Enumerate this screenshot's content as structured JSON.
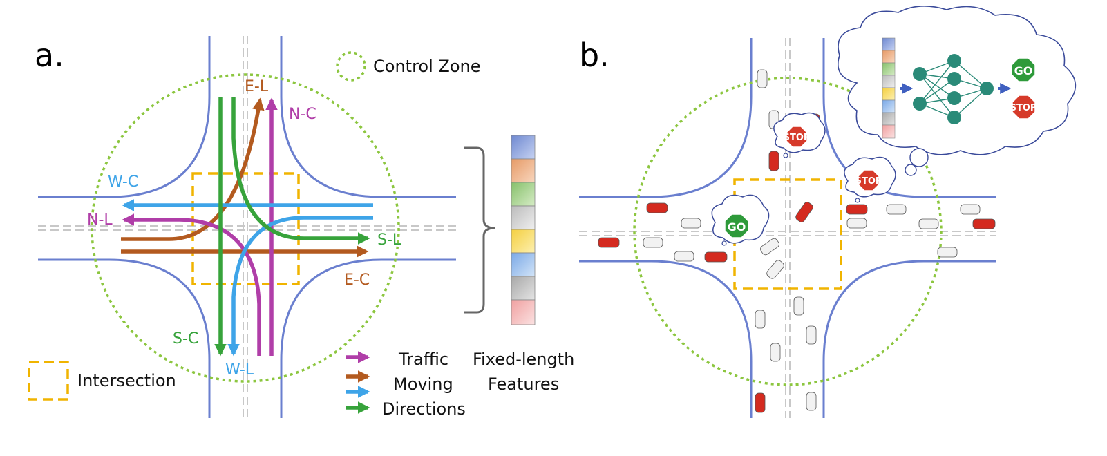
{
  "panels": {
    "a": {
      "label": "a.",
      "control_zone_label": "Control Zone",
      "intersection_label": "Intersection",
      "directions": [
        {
          "label": "E-L",
          "color": "#b35a1f"
        },
        {
          "label": "N-C",
          "color": "#b03ea8"
        },
        {
          "label": "W-C",
          "color": "#3ea4e8"
        },
        {
          "label": "N-L",
          "color": "#b03ea8"
        },
        {
          "label": "S-L",
          "color": "#37a33b"
        },
        {
          "label": "E-C",
          "color": "#b35a1f"
        },
        {
          "label": "S-C",
          "color": "#37a33b"
        },
        {
          "label": "W-L",
          "color": "#3ea4e8"
        }
      ],
      "legend_lines": [
        "Traffic",
        "Moving",
        "Directions"
      ],
      "features_lines": [
        "Fixed-length",
        "Features"
      ]
    },
    "b": {
      "label": "b.",
      "signs": {
        "go": "GO",
        "stop": "STOP"
      }
    }
  },
  "colors": {
    "road": "#6a7fcf",
    "zone": "#8cc63f",
    "intersection": "#f0b400",
    "car_red": "#d42a1f",
    "car_white": "#f2f2f2",
    "network": "#2a8a78",
    "sign_go": "#2e9a3a",
    "sign_stop": "#d63a2a"
  },
  "feature_colors": [
    "#6e88d0",
    "#e69a66",
    "#86c06a",
    "#bbbbbb",
    "#f4cf40",
    "#7aa8e6",
    "#a8a8a8",
    "#f0a0a0"
  ]
}
